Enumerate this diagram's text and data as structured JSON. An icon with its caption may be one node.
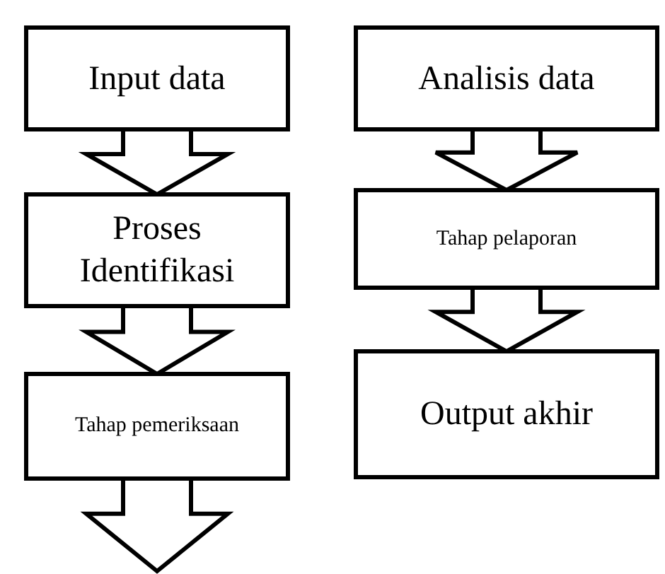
{
  "diagram": {
    "nodes": [
      {
        "text": [
          "Input data"
        ]
      },
      {
        "text": [
          "Proses Identifikasi"
        ]
      },
      {
        "text": [
          "Tahap pemeriksaan"
        ]
      },
      {
        "text": [
          "Analisis data"
        ]
      },
      {
        "text": [
          "Tahap pelaporan"
        ]
      },
      {
        "text": [
          "Output akhir"
        ]
      }
    ],
    "edges": [
      {
        "from": 0,
        "to": 1,
        "arrow": "to"
      },
      {
        "from": 1,
        "to": 2,
        "arrow": "to"
      },
      {
        "from": 2,
        "to": null,
        "arrow": "to"
      },
      {
        "from": 3,
        "to": 4,
        "arrow": "to"
      },
      {
        "from": 4,
        "to": 5,
        "arrow": "to"
      }
    ]
  }
}
